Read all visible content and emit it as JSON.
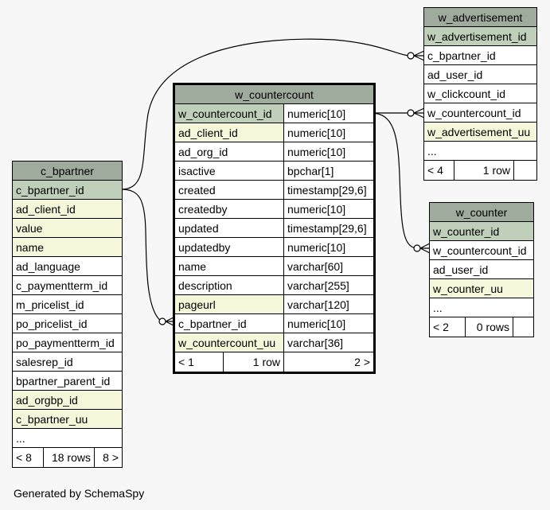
{
  "tables": {
    "w_advertisement": {
      "name": "w_advertisement",
      "columns": [
        {
          "name": "w_advertisement_id",
          "kind": "pk"
        },
        {
          "name": "c_bpartner_id",
          "kind": "plain"
        },
        {
          "name": "ad_user_id",
          "kind": "plain"
        },
        {
          "name": "w_clickcount_id",
          "kind": "plain"
        },
        {
          "name": "w_countercount_id",
          "kind": "plain"
        },
        {
          "name": "w_advertisement_uu",
          "kind": "fk"
        },
        {
          "name": "...",
          "kind": "plain"
        }
      ],
      "footer": {
        "left": "< 4",
        "mid": "1 row",
        "right": ""
      }
    },
    "w_countercount": {
      "name": "w_countercount",
      "columns": [
        {
          "name": "w_countercount_id",
          "type": "numeric[10]",
          "kind": "pk"
        },
        {
          "name": "ad_client_id",
          "type": "numeric[10]",
          "kind": "fk"
        },
        {
          "name": "ad_org_id",
          "type": "numeric[10]",
          "kind": "plain"
        },
        {
          "name": "isactive",
          "type": "bpchar[1]",
          "kind": "plain"
        },
        {
          "name": "created",
          "type": "timestamp[29,6]",
          "kind": "plain"
        },
        {
          "name": "createdby",
          "type": "numeric[10]",
          "kind": "plain"
        },
        {
          "name": "updated",
          "type": "timestamp[29,6]",
          "kind": "plain"
        },
        {
          "name": "updatedby",
          "type": "numeric[10]",
          "kind": "plain"
        },
        {
          "name": "name",
          "type": "varchar[60]",
          "kind": "plain"
        },
        {
          "name": "description",
          "type": "varchar[255]",
          "kind": "plain"
        },
        {
          "name": "pageurl",
          "type": "varchar[120]",
          "kind": "fk"
        },
        {
          "name": "c_bpartner_id",
          "type": "numeric[10]",
          "kind": "plain"
        },
        {
          "name": "w_countercount_uu",
          "type": "varchar[36]",
          "kind": "fk"
        }
      ],
      "footer": {
        "left": "< 1",
        "mid": "1 row",
        "right": "2 >"
      }
    },
    "c_bpartner": {
      "name": "c_bpartner",
      "columns": [
        {
          "name": "c_bpartner_id",
          "kind": "pk"
        },
        {
          "name": "ad_client_id",
          "kind": "fk"
        },
        {
          "name": "value",
          "kind": "fk"
        },
        {
          "name": "name",
          "kind": "fk"
        },
        {
          "name": "ad_language",
          "kind": "plain"
        },
        {
          "name": "c_paymentterm_id",
          "kind": "plain"
        },
        {
          "name": "m_pricelist_id",
          "kind": "plain"
        },
        {
          "name": "po_pricelist_id",
          "kind": "plain"
        },
        {
          "name": "po_paymentterm_id",
          "kind": "plain"
        },
        {
          "name": "salesrep_id",
          "kind": "plain"
        },
        {
          "name": "bpartner_parent_id",
          "kind": "plain"
        },
        {
          "name": "ad_orgbp_id",
          "kind": "fk"
        },
        {
          "name": "c_bpartner_uu",
          "kind": "fk"
        },
        {
          "name": "...",
          "kind": "plain"
        }
      ],
      "footer": {
        "left": "< 8",
        "mid": "18 rows",
        "right": "8 >"
      }
    },
    "w_counter": {
      "name": "w_counter",
      "columns": [
        {
          "name": "w_counter_id",
          "kind": "pk"
        },
        {
          "name": "w_countercount_id",
          "kind": "plain"
        },
        {
          "name": "ad_user_id",
          "kind": "plain"
        },
        {
          "name": "w_counter_uu",
          "kind": "fk"
        },
        {
          "name": "...",
          "kind": "plain"
        }
      ],
      "footer": {
        "left": "< 2",
        "mid": "0 rows",
        "right": ""
      }
    }
  },
  "relationships": [
    {
      "from": "w_advertisement.c_bpartner_id",
      "to": "c_bpartner.c_bpartner_id"
    },
    {
      "from": "w_countercount.c_bpartner_id",
      "to": "c_bpartner.c_bpartner_id"
    },
    {
      "from": "w_advertisement.w_countercount_id",
      "to": "w_countercount.w_countercount_id"
    },
    {
      "from": "w_counter.w_countercount_id",
      "to": "w_countercount.w_countercount_id"
    }
  ],
  "colors": {
    "header": "#9fab9d",
    "primary_key": "#bfcfb9",
    "indexed": "#f4f7da",
    "background": "#f7f7f7"
  },
  "generated_by": "Generated by SchemaSpy"
}
